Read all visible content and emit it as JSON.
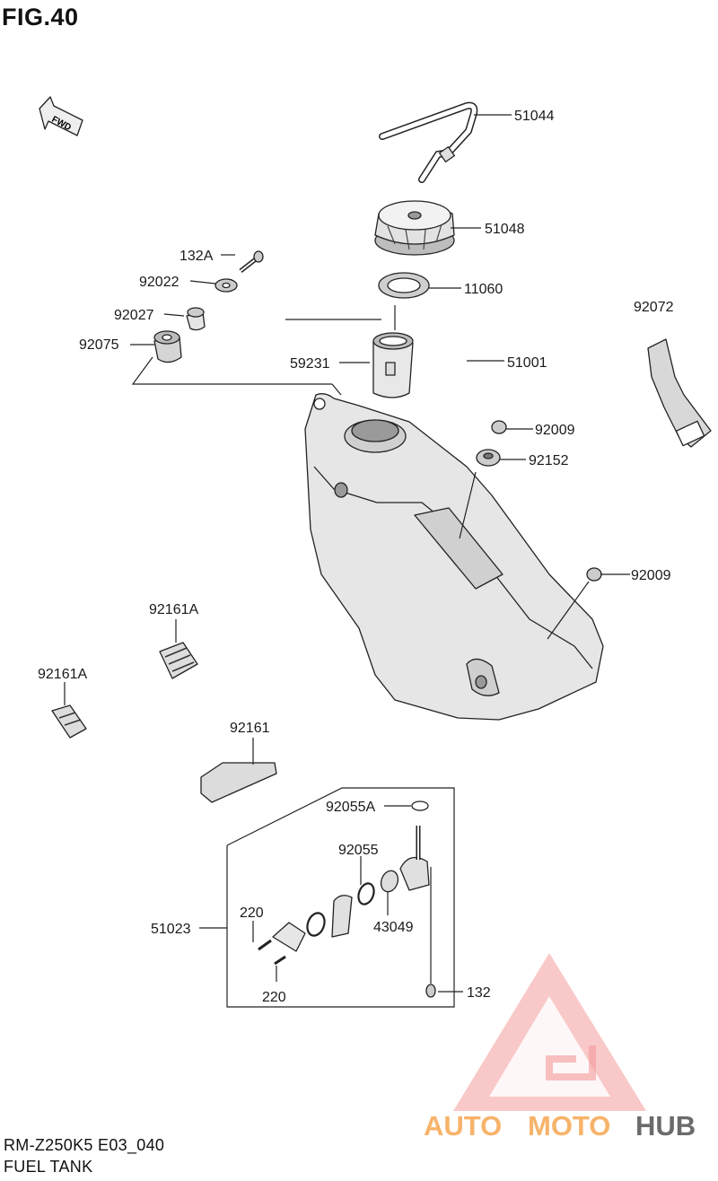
{
  "figure": {
    "title": "FIG.40",
    "model_code": "RM-Z250K5 E03_040",
    "section_name": "FUEL TANK"
  },
  "direction_arrow": {
    "label": "FWD",
    "icon": "fwd-arrow-icon"
  },
  "watermark": {
    "text_auto": "AUTO",
    "text_moto": "MOTO",
    "text_hub": "HUB",
    "colors": {
      "triangle": "#f08a8a",
      "auto": "#f7b36a",
      "moto": "#f7b36a",
      "hub": "#6b6b6b"
    }
  },
  "part_labels": {
    "p51044": "51044",
    "p51048": "51048",
    "p132A": "132A",
    "p92022": "92022",
    "p11060": "11060",
    "p92027": "92027",
    "p92072": "92072",
    "p92075": "92075",
    "p59231": "59231",
    "p51001": "51001",
    "p92009a": "92009",
    "p92152": "92152",
    "p92009b": "92009",
    "p92161A_1": "92161A",
    "p92161A_2": "92161A",
    "p92161": "92161",
    "p92055A": "92055A",
    "p92055": "92055",
    "p220a": "220",
    "p51023": "51023",
    "p43049": "43049",
    "p220b": "220",
    "p132": "132"
  }
}
